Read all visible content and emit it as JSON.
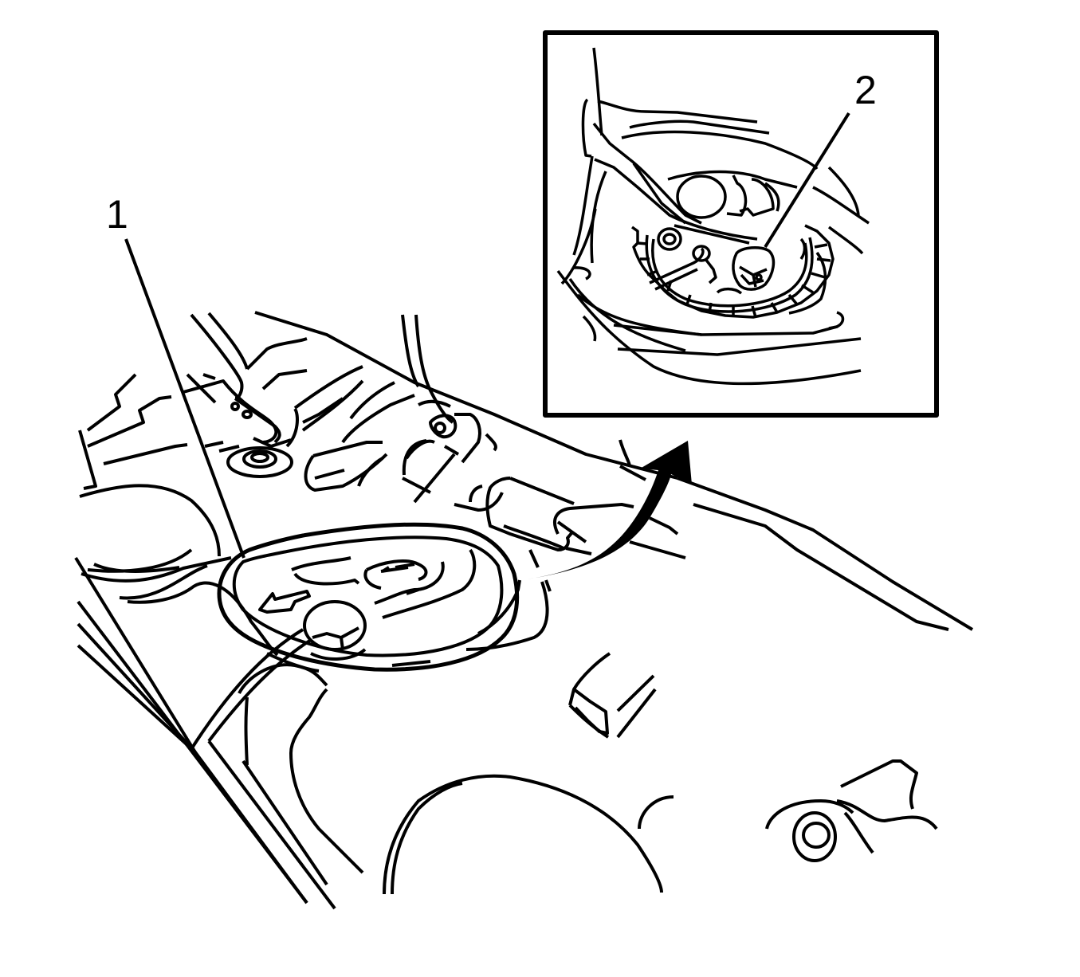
{
  "diagram": {
    "type": "technical-service-illustration",
    "subject": "fuel tank access cover / fuel pump module with inset detail",
    "stroke_color": "#000000",
    "background_color": "#ffffff",
    "callouts": [
      {
        "id": "1",
        "label": "1",
        "target": "access cover (seal ring around pump module opening)"
      },
      {
        "id": "2",
        "label": "2",
        "target": "fuel pump module electrical connector (inset detail)"
      }
    ],
    "inset": {
      "frame": "black rectangle, top-right",
      "contents": "close-up view of fuel pump module with connector"
    },
    "arrow": {
      "style": "solid black curved arrow",
      "direction": "from access cover toward inset detail"
    }
  }
}
